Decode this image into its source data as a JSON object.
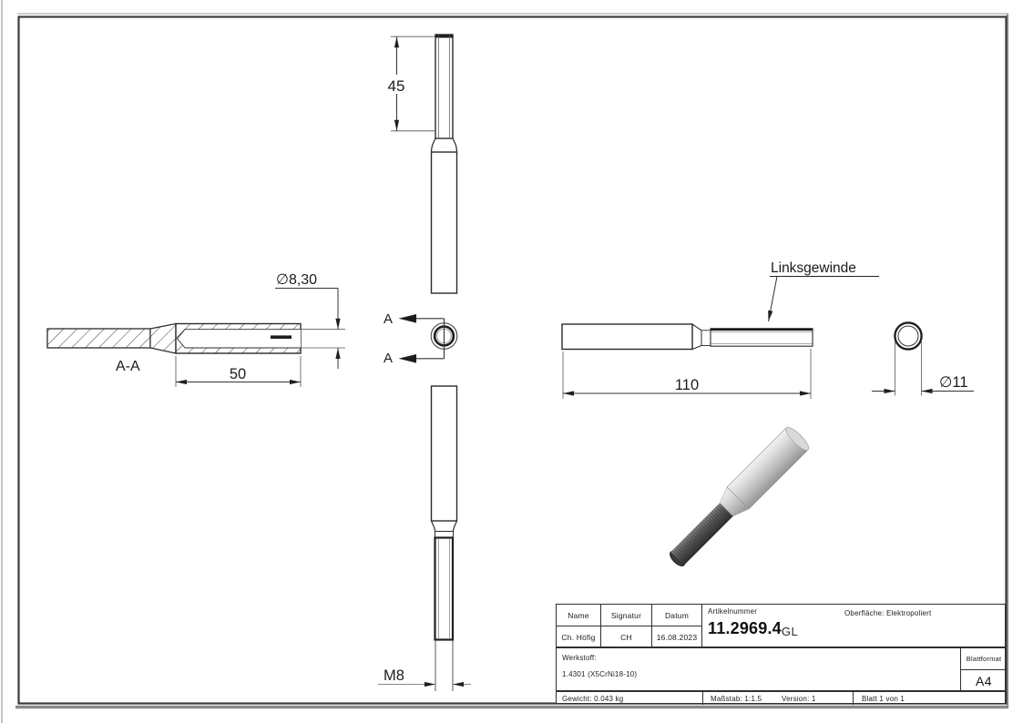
{
  "drawing": {
    "dim_45": "45",
    "section_label": "A-A",
    "bore_dia": "∅8,30",
    "dim_50": "50",
    "cut_letter_top": "A",
    "cut_letter_bottom": "A",
    "thread_note": "Linksgewinde",
    "dim_110": "110",
    "outer_dia": "∅11",
    "thread_size": "M8"
  },
  "title_block": {
    "name_header": "Name",
    "signature_header": "Signatur",
    "date_header": "Datum",
    "name": "Ch. Höfig",
    "signature": "CH",
    "date": "16.08.2023",
    "article_label": "Artikelnummer",
    "article_number": "11.2969.4",
    "article_suffix": "GL",
    "surface": "Oberfläche: Elektropoliert",
    "material_label": "Werkstoff:",
    "material_value": "1.4301 (X5CrNi18-10)",
    "sheet_format_label": "Blattformat",
    "sheet_format": "A4",
    "weight": "Gewicht: 0.043 kg",
    "scale": "Maßstab: 1:1.5",
    "version": "Version: 1",
    "sheet": "Blatt 1 von 1"
  },
  "colors": {
    "line": "#2b2b2b",
    "dim_line": "#555555",
    "metal_light": "#c8c8c8",
    "metal_dark": "#4a4a4a"
  }
}
